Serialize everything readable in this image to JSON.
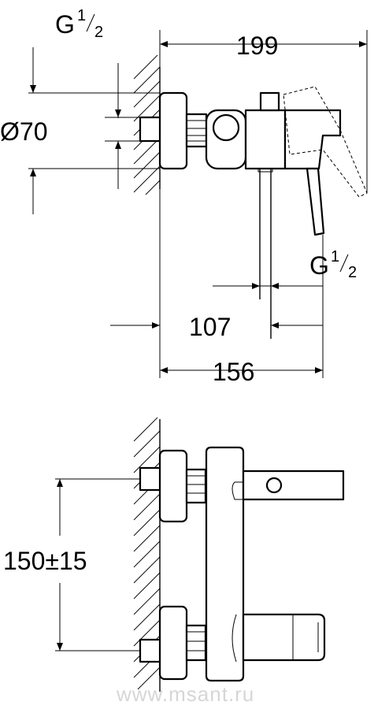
{
  "top_view": {
    "thread_top": {
      "main": "G",
      "num": "1",
      "den": "2"
    },
    "thread_right": {
      "main": "G",
      "num": "1",
      "den": "2"
    },
    "dim_overall": "199",
    "dim_diameter": "Ø70",
    "dim_outlet": "107",
    "dim_depth": "156"
  },
  "front_view": {
    "dim_centers": "150±15"
  },
  "watermark": "www.msant.ru"
}
